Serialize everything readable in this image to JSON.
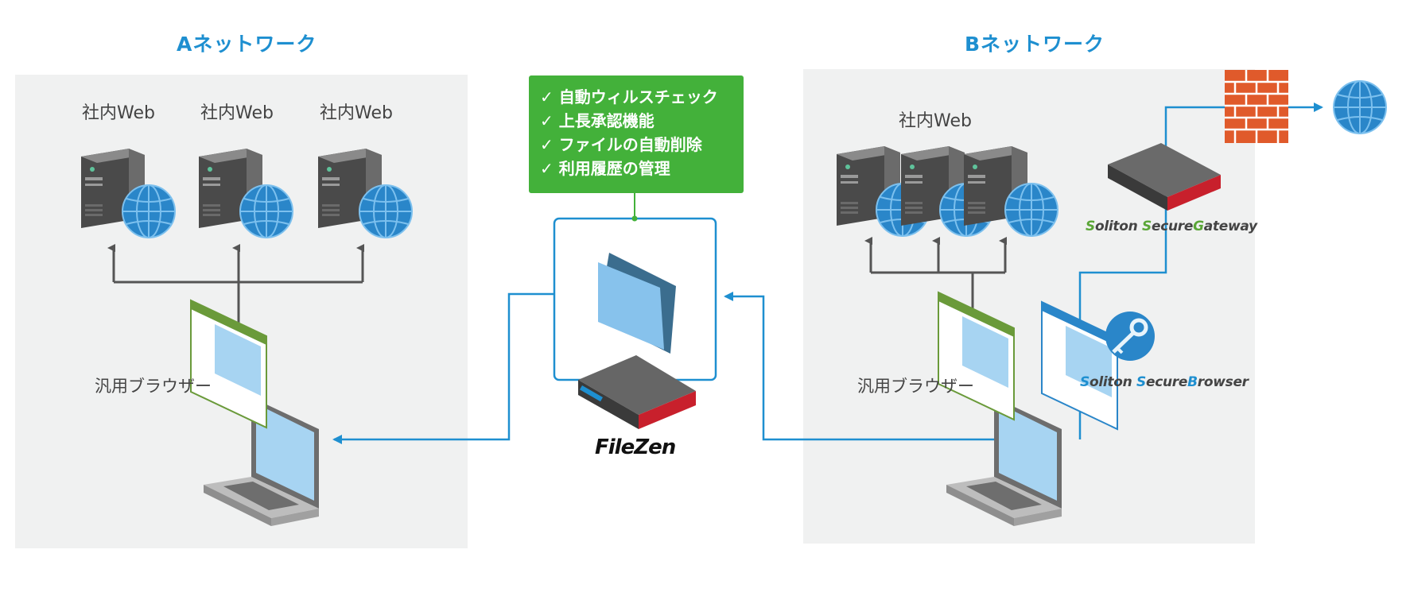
{
  "network_a": {
    "title": "Aネットワーク"
  },
  "network_b": {
    "title": "Bネットワーク"
  },
  "server_label": "社内Web",
  "browser_label": "汎用ブラウザー",
  "features": [
    "✓ 自動ウィルスチェック",
    "✓ 上長承認機能",
    "✓ ファイルの自動削除",
    "✓ 利用履歴の管理"
  ],
  "products": {
    "filezen": "FileZen",
    "gateway": {
      "s": "S",
      "oliton": "oliton ",
      "s2": "S",
      "ecure": "ecure",
      "g": "G",
      "ateway": "ateway"
    },
    "browser": {
      "s": "S",
      "oliton": "oliton ",
      "s2": "S",
      "ecure": "ecure",
      "b": "B",
      "rowser": "rowser"
    }
  },
  "colors": {
    "title": "#1e8fd0",
    "line": "#1e8fd0",
    "green": "#43b13a",
    "panel": "#f0f1f1"
  },
  "icons": [
    "server-icon",
    "globe-icon",
    "laptop-icon",
    "browser-window-icon",
    "folder-icon",
    "appliance-icon",
    "firewall-icon",
    "key-icon"
  ]
}
